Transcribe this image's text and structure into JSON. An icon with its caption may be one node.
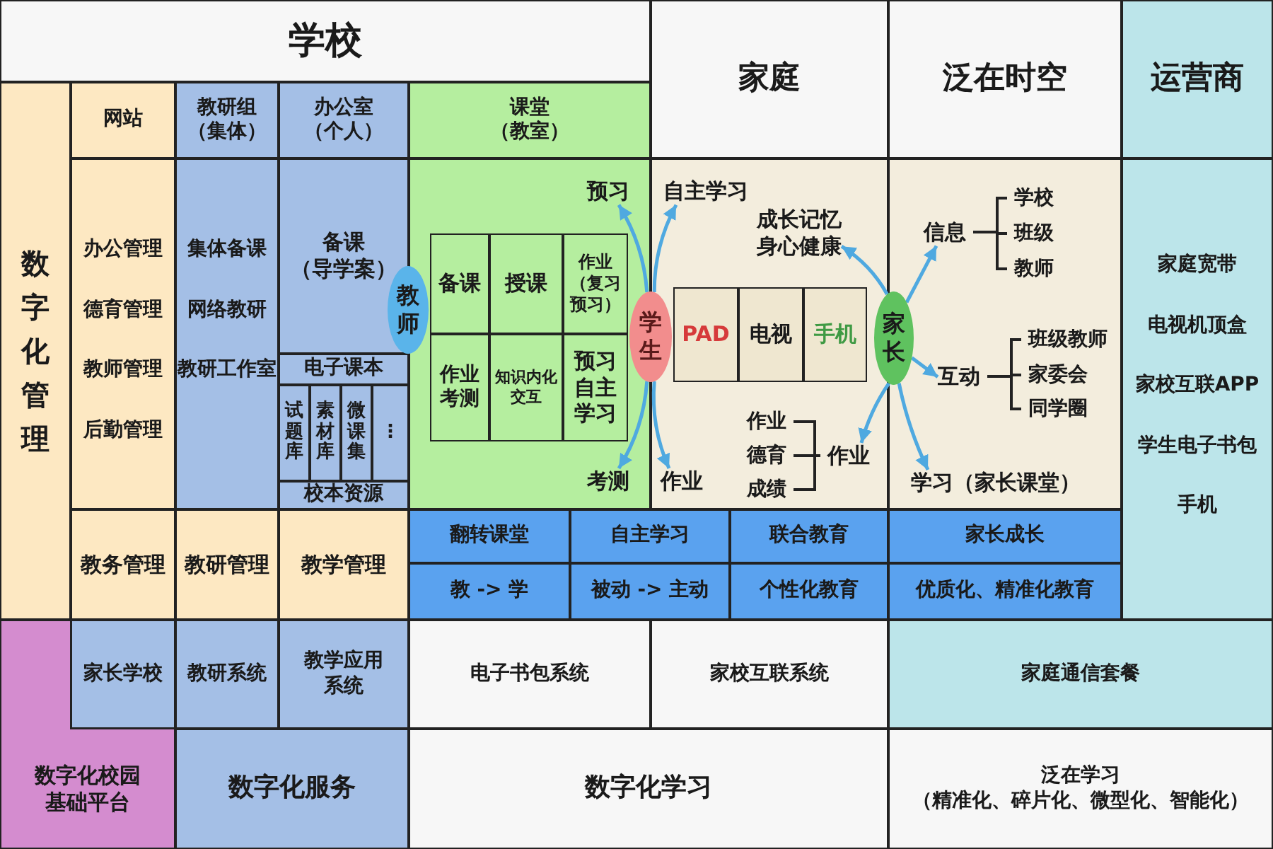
{
  "diagram": {
    "nodes": [
      {
        "text": [
          "学校"
        ]
      },
      {
        "text": [
          "家庭"
        ]
      },
      {
        "text": [
          "泛在时空"
        ]
      },
      {
        "text": [
          "运营商"
        ]
      },
      {
        "text": [
          "数字化管理"
        ]
      },
      {
        "text": [
          "网站"
        ]
      },
      {
        "text": [
          "教研组（集体）"
        ]
      },
      {
        "text": [
          "办公室（个人）"
        ]
      },
      {
        "text": [
          "课堂（教室）"
        ]
      },
      {
        "text": [
          "办公管理",
          "德育管理",
          "教师管理",
          "后勤管理"
        ]
      },
      {
        "text": [
          "集体备课",
          "网络教研",
          "教研工作室"
        ]
      },
      {
        "text": [
          "备课（导学案）"
        ]
      },
      {
        "text": [
          "电子课本"
        ]
      },
      {
        "text": [
          "试题库"
        ]
      },
      {
        "text": [
          "素材库"
        ]
      },
      {
        "text": [
          "微课集"
        ]
      },
      {
        "text": [
          "⋮"
        ]
      },
      {
        "text": [
          "校本资源"
        ]
      },
      {
        "text": [
          "教师"
        ]
      },
      {
        "text": [],
        "shape": "box"
      },
      {
        "text": [
          "预习"
        ],
        "in": 19
      },
      {
        "text": [
          "备课"
        ],
        "in": 19
      },
      {
        "text": [
          "授课"
        ],
        "in": 19
      },
      {
        "text": [
          "作业（复习预习）"
        ],
        "in": 19
      },
      {
        "text": [
          "作业考测"
        ],
        "in": 19
      },
      {
        "text": [
          "知识内化交互"
        ],
        "in": 19
      },
      {
        "text": [
          "预习自主学习"
        ],
        "in": 19
      },
      {
        "text": [
          "考测"
        ],
        "in": 19
      },
      {
        "text": [
          "学生"
        ]
      },
      {
        "text": [],
        "shape": "box"
      },
      {
        "text": [
          "自主学习"
        ],
        "in": 29
      },
      {
        "text": [
          "成长记忆身心健康"
        ],
        "in": 29
      },
      {
        "text": [
          "PAD"
        ],
        "in": 29
      },
      {
        "text": [
          "电视"
        ],
        "in": 29
      },
      {
        "text": [
          "手机"
        ],
        "in": 29
      },
      {
        "text": [
          "作业"
        ],
        "in": 29
      },
      {
        "text": [
          "作业"
        ],
        "in": 29
      },
      {
        "text": [
          "家长"
        ]
      },
      {
        "text": [],
        "shape": "box"
      },
      {
        "text": [
          "信息"
        ],
        "in": 38
      },
      {
        "text": [
          "互动"
        ],
        "in": 38
      },
      {
        "text": [
          "学习（家长课堂）"
        ],
        "in": 38
      },
      {
        "text": [
          "家庭宽带",
          "电视机顶盒",
          "家校互联APP",
          "学生电子书包",
          "手机"
        ]
      },
      {
        "text": [
          "教务管理"
        ]
      },
      {
        "text": [
          "教研管理"
        ]
      },
      {
        "text": [
          "教学管理"
        ]
      },
      {
        "text": [
          "翻转课堂"
        ]
      },
      {
        "text": [
          "自主学习"
        ]
      },
      {
        "text": [
          "联合教育"
        ]
      },
      {
        "text": [
          "家长成长"
        ]
      },
      {
        "text": [
          "教 -> 学"
        ]
      },
      {
        "text": [
          "被动 -> 主动"
        ]
      },
      {
        "text": [
          "个性化教育"
        ]
      },
      {
        "text": [
          "优质化、精准化教育"
        ]
      },
      {
        "text": [
          "数字化校园基础平台"
        ]
      },
      {
        "text": [
          "家长学校"
        ]
      },
      {
        "text": [
          "教研系统"
        ]
      },
      {
        "text": [
          "教学应用系统"
        ]
      },
      {
        "text": [
          "电子书包系统"
        ]
      },
      {
        "text": [
          "家校互联系统"
        ]
      },
      {
        "text": [
          "家庭通信套餐"
        ]
      },
      {
        "text": [
          "数字化服务"
        ]
      },
      {
        "text": [
          "数字化学习"
        ]
      },
      {
        "text": [
          "泛在学习（精准化、碎片化、微型化、智能化）"
        ]
      }
    ],
    "edges": [
      {
        "from": 28,
        "to": 20,
        "arrow": "to"
      },
      {
        "from": 28,
        "to": 30,
        "arrow": "to"
      },
      {
        "from": 28,
        "to": 27,
        "arrow": "to"
      },
      {
        "from": 28,
        "to": 36,
        "arrow": "to"
      },
      {
        "from": 37,
        "to": 31,
        "arrow": "to"
      },
      {
        "from": 37,
        "to": 39,
        "arrow": "to"
      },
      {
        "from": 37,
        "to": 40,
        "arrow": "to"
      },
      {
        "from": 37,
        "to": 35,
        "arrow": "to"
      },
      {
        "from": 37,
        "to": 41,
        "arrow": "to"
      }
    ],
    "labels": [
      "学校",
      "班级",
      "教师",
      "班级教师",
      "家委会",
      "同学圈",
      "作业",
      "德育",
      "成绩"
    ]
  }
}
